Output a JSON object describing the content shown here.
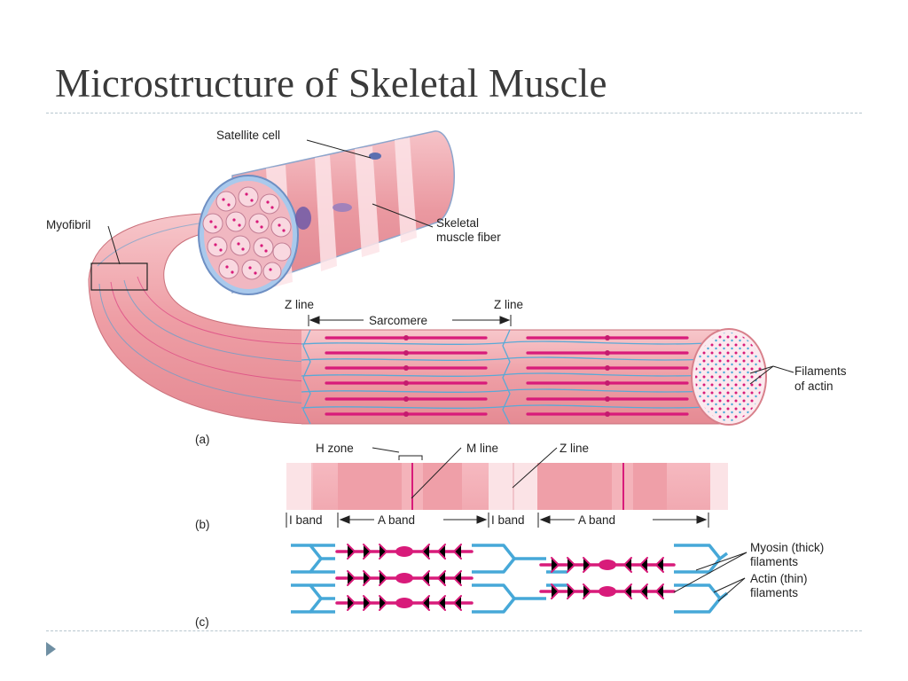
{
  "slide": {
    "title": "Microstructure of Skeletal Muscle"
  },
  "labels": {
    "satellite_cell": "Satellite cell",
    "myofibril": "Myofibril",
    "skeletal_fiber_line1": "Skeletal",
    "skeletal_fiber_line2": "muscle fiber",
    "z_line_left": "Z line",
    "z_line_right": "Z line",
    "sarcomere": "Sarcomere",
    "filaments_actin_line1": "Filaments",
    "filaments_actin_line2": "of actin",
    "panel_a": "(a)",
    "h_zone": "H zone",
    "m_line": "M line",
    "z_line_b": "Z line",
    "i_band_1": "I band",
    "a_band_1": "A band",
    "i_band_2": "I band",
    "a_band_2": "A band",
    "panel_b": "(b)",
    "myosin_line1": "Myosin (thick)",
    "myosin_line2": "filaments",
    "actin_line1": "Actin (thin)",
    "actin_line2": "filaments",
    "panel_c": "(c)"
  },
  "colors": {
    "title": "#3a3a3a",
    "fiber_pink": "#eca2a8",
    "myosin_magenta": "#d81b7a",
    "actin_blue": "#46a8d8",
    "rule": "#b7c6cf",
    "bullet": "#6f8fa3"
  },
  "icons": {
    "bullet": "triangle-bullet-icon"
  }
}
